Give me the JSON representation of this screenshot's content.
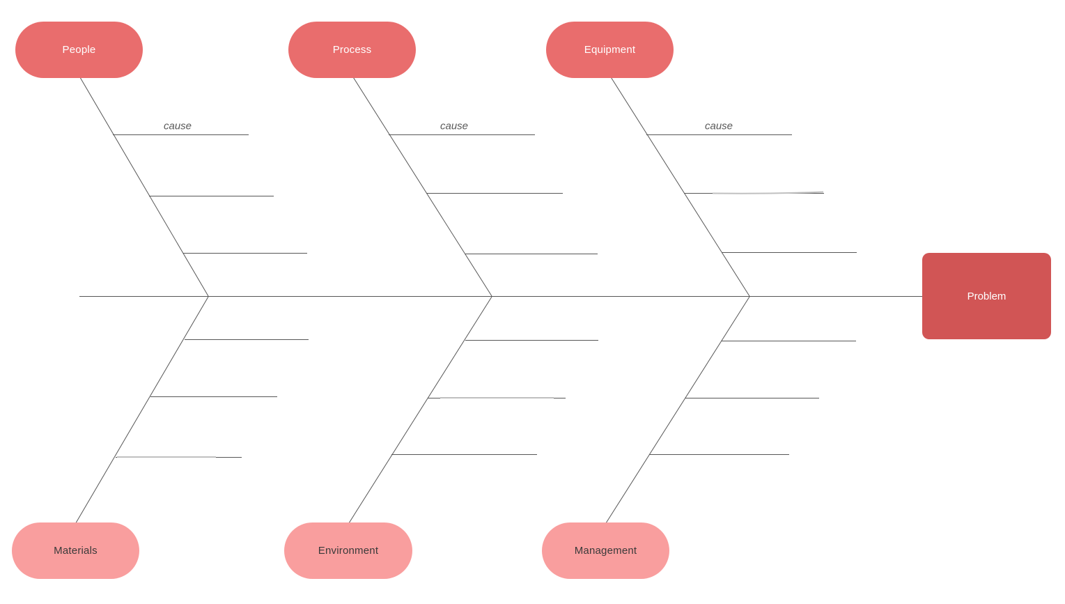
{
  "colors": {
    "canvas-background": "#ffffff",
    "category-top-fill": "#e96d6d",
    "category-top-text": "#ffffff",
    "category-bottom-fill": "#f99e9e",
    "category-bottom-text": "#3a3a3a",
    "problem-fill": "#d15555",
    "problem-text": "#ffffff",
    "line-stroke": "#565656",
    "line-stroke-light": "#c0c0c0",
    "cause-text": "#595959"
  },
  "diagram": {
    "problem": {
      "label": "Problem"
    },
    "top_categories": [
      {
        "label": "People"
      },
      {
        "label": "Process"
      },
      {
        "label": "Equipment"
      }
    ],
    "bottom_categories": [
      {
        "label": "Materials"
      },
      {
        "label": "Environment"
      },
      {
        "label": "Management"
      }
    ],
    "cause_labels": [
      {
        "text": "cause"
      },
      {
        "text": "cause"
      },
      {
        "text": "cause"
      }
    ]
  }
}
